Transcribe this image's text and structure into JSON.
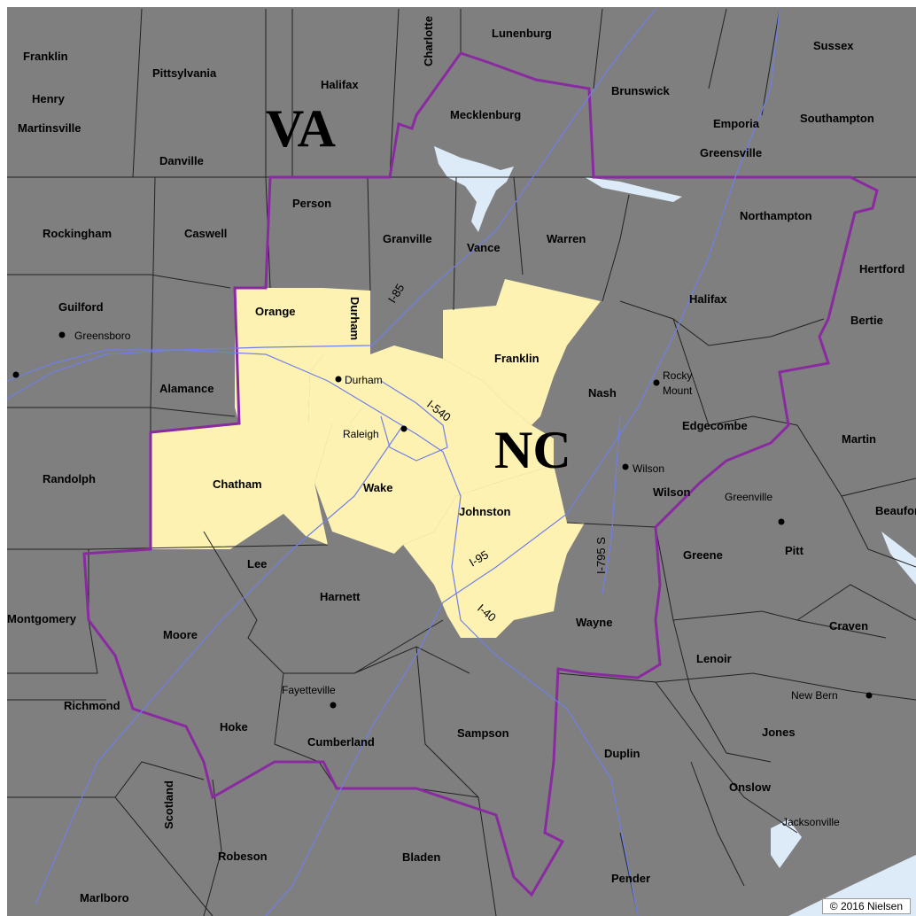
{
  "colors": {
    "county_fill": "#7f7f7f",
    "market_fill": "#fdf2b2",
    "county_border": "#222222",
    "state_border": "#8a2aa0",
    "water": "#dcebf7",
    "route": "#6f7fe8"
  },
  "states": {
    "va": "VA",
    "nc": "NC"
  },
  "counties": {
    "franklin_va": "Franklin",
    "henry": "Henry",
    "martinsville": "Martinsville",
    "pittsylvania": "Pittsylvania",
    "danville": "Danville",
    "halifax_va": "Halifax",
    "charlotte": "Charlotte",
    "lunenburg": "Lunenburg",
    "mecklenburg": "Mecklenburg",
    "brunswick": "Brunswick",
    "emporia": "Emporia",
    "sussex": "Sussex",
    "southampton": "Southampton",
    "greensville": "Greensville",
    "rockingham": "Rockingham",
    "caswell": "Caswell",
    "person": "Person",
    "granville": "Granville",
    "vance": "Vance",
    "warren": "Warren",
    "northampton": "Northampton",
    "hertford": "Hertford",
    "guilford": "Guilford",
    "orange": "Orange",
    "durham": "Durham",
    "halifax_nc": "Halifax",
    "bertie": "Bertie",
    "alamance": "Alamance",
    "franklin_nc": "Franklin",
    "nash": "Nash",
    "edgecombe": "Edgecombe",
    "martin": "Martin",
    "randolph": "Randolph",
    "chatham": "Chatham",
    "wake": "Wake",
    "johnston": "Johnston",
    "wilson": "Wilson",
    "beaufort": "Beaufort",
    "pitt": "Pitt",
    "greene": "Greene",
    "lee": "Lee",
    "harnett": "Harnett",
    "montgomery": "Montgomery",
    "moore": "Moore",
    "wayne": "Wayne",
    "craven": "Craven",
    "lenoir": "Lenoir",
    "richmond": "Richmond",
    "hoke": "Hoke",
    "cumberland": "Cumberland",
    "sampson": "Sampson",
    "duplin": "Duplin",
    "jones": "Jones",
    "onslow": "Onslow",
    "scotland": "Scotland",
    "robeson": "Robeson",
    "bladen": "Bladen",
    "pender": "Pender",
    "marlboro": "Marlboro"
  },
  "cities": {
    "greensboro": "Greensboro",
    "durham": "Durham",
    "raleigh": "Raleigh",
    "rocky_mount": [
      "Rocky",
      "Mount"
    ],
    "wilson": "Wilson",
    "greenville": "Greenville",
    "fayetteville": "Fayetteville",
    "new_bern": "New Bern",
    "jacksonville": "Jacksonville"
  },
  "routes": {
    "i85": "I-85",
    "i540": "I-540",
    "i95": "I-95",
    "i40": "I-40",
    "i795": "I-795 S"
  },
  "credit": "© 2016 Nielsen"
}
